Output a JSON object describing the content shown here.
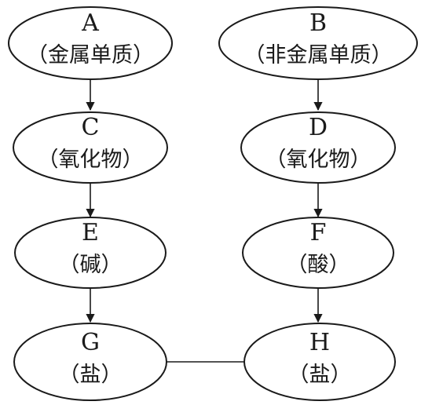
{
  "nodes": [
    {
      "id": "A",
      "letter": "A",
      "label": "（金属单质）"
    },
    {
      "id": "B",
      "letter": "B",
      "label": "（非金属单质）"
    },
    {
      "id": "C",
      "letter": "C",
      "label": "（氧化物）"
    },
    {
      "id": "D",
      "letter": "D",
      "label": "（氧化物）"
    },
    {
      "id": "E",
      "letter": "E",
      "label": "（碱）"
    },
    {
      "id": "F",
      "letter": "F",
      "label": "（酸）"
    },
    {
      "id": "G",
      "letter": "G",
      "label": "（盐）"
    },
    {
      "id": "H",
      "letter": "H",
      "label": "（盐）"
    }
  ],
  "edges": [
    {
      "from": "A",
      "to": "C",
      "type": "arrow"
    },
    {
      "from": "C",
      "to": "E",
      "type": "arrow"
    },
    {
      "from": "E",
      "to": "G",
      "type": "arrow"
    },
    {
      "from": "B",
      "to": "D",
      "type": "arrow"
    },
    {
      "from": "D",
      "to": "F",
      "type": "arrow"
    },
    {
      "from": "F",
      "to": "H",
      "type": "arrow"
    },
    {
      "from": "G",
      "to": "H",
      "type": "line"
    }
  ]
}
